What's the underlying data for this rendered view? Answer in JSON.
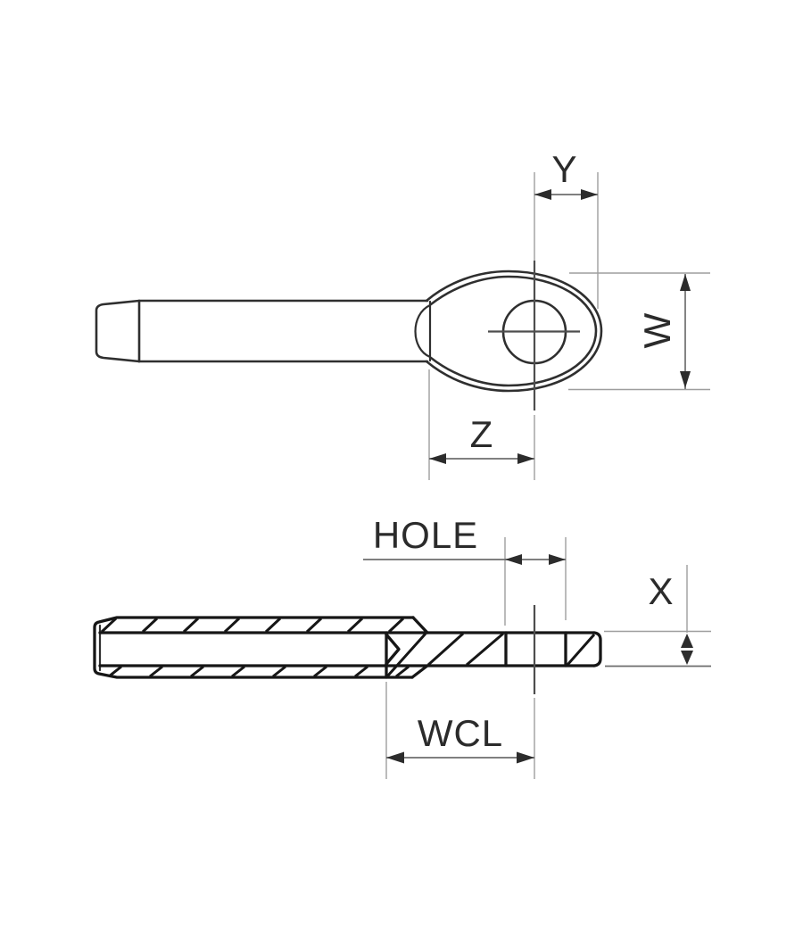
{
  "labels": {
    "y": "Y",
    "w": "W",
    "z": "Z",
    "hole": "HOLE",
    "x": "X",
    "wcl": "WCL"
  },
  "colors": {
    "background": "#ffffff",
    "outline": "#2f2f2f",
    "section_outline": "#161616",
    "centerline": "#4e4e4e",
    "extension_line": "#9e9e9e",
    "dimension_line": "#6e6e6e",
    "arrowhead": "#2c2c2c",
    "label": "#2b2b2b"
  }
}
